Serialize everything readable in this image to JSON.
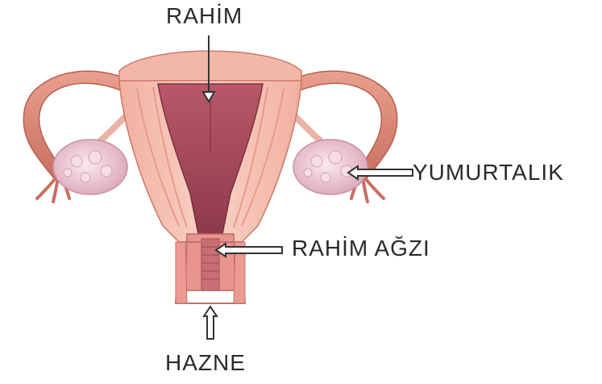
{
  "labels": {
    "uterus": "RAHİM",
    "ovary": "YUMURTALIK",
    "cervix": "RAHİM AĞZI",
    "vagina": "HAZNE"
  },
  "colors": {
    "background": "#ffffff",
    "tube": "#d98a78",
    "tube_dark": "#b85f52",
    "uterus_wall": "#f0a898",
    "uterus_wall_light": "#f7c6b8",
    "uterus_cavity": "#a84c5c",
    "uterus_cavity_dark": "#8a3747",
    "ovary": "#f0d0dc",
    "ovary_dark": "#d9a8bc",
    "cervix": "#e28c86",
    "label_text": "#2a2a2a",
    "arrow_stroke": "#333333"
  }
}
